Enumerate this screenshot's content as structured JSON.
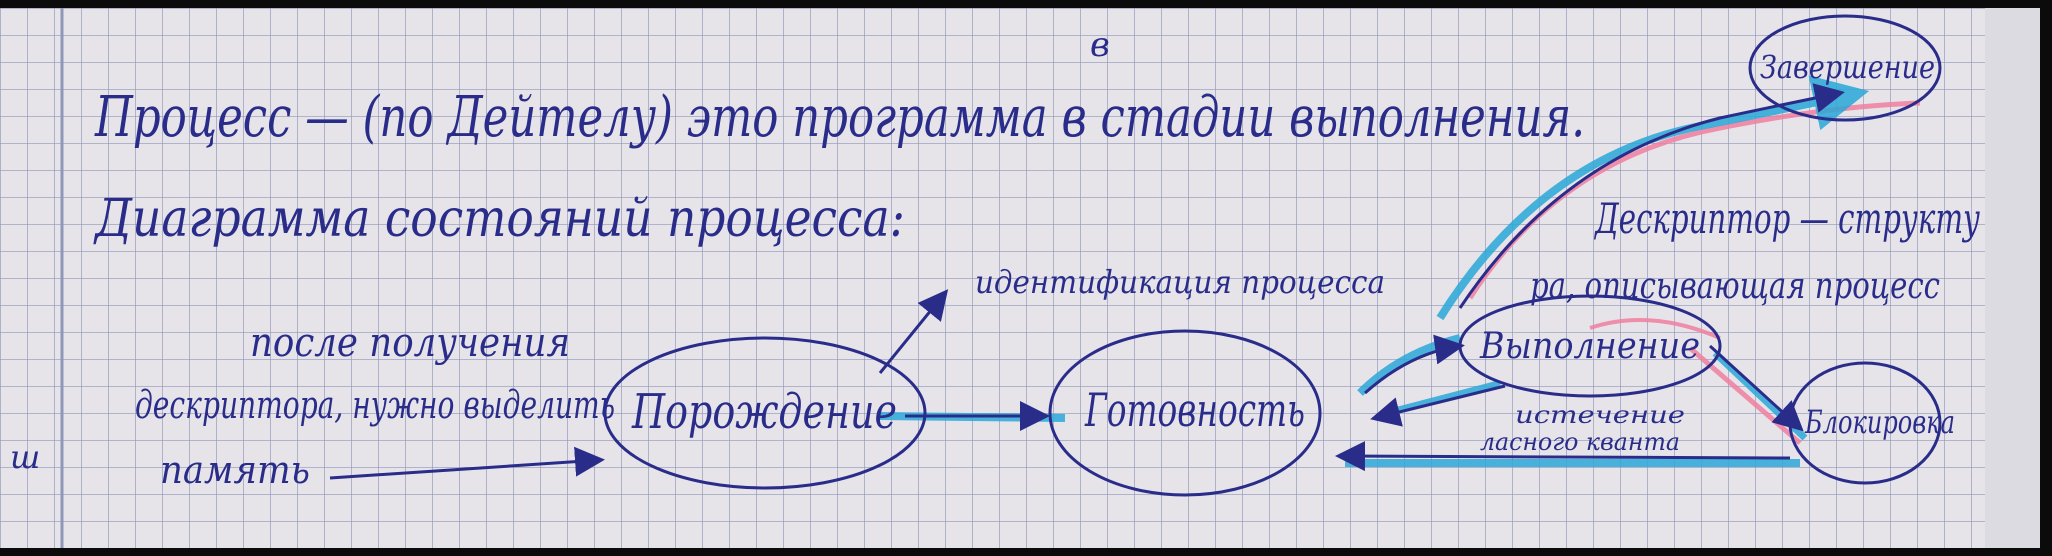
{
  "colors": {
    "paper": "#e6e4e9",
    "grid": "#8e97b8",
    "ink": "#2a2c8a",
    "cyan_marker": "#2aa8d8",
    "pink_marker": "#ee7f9f",
    "background": "#0b0b0c"
  },
  "notes": {
    "line1": "Процесс — (по Дейтелу) это программа в стадии выполнения.",
    "line1_insert": "в",
    "line2": "Диаграмма состояний процесса:",
    "identification_note": "идентификация процесса",
    "descriptor_note_line1": "Дескриптор — структу",
    "descriptor_note_line2": "ра, описывающая процесс",
    "memory_note_line1": "после получения",
    "memory_note_line2": "дескриптора, нужно выделить",
    "memory_note_line3": "память",
    "quantum_note_line1": "истечение",
    "quantum_note_line2": "ласного кванта",
    "margin_mark": "ш"
  },
  "states": {
    "creation": "Порождение",
    "ready": "Готовность",
    "running": "Выполнение",
    "blocked": "Блокировка",
    "completion": "Завершение"
  }
}
